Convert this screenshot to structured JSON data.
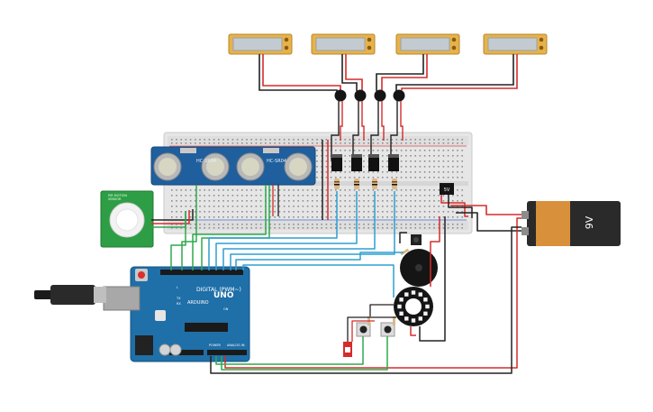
{
  "ultrasonic_sensors": [
    {
      "label": "HC-SR04"
    },
    {
      "label": "HC-SR04"
    }
  ],
  "pir_sensor": {
    "label": "PIR MOTION",
    "sublabel": "SENSOR"
  },
  "battery": {
    "label": "9V",
    "marks": [
      "+",
      "−"
    ]
  },
  "arduino": {
    "brand": "UNO",
    "logo_text": "ARDUINO",
    "digital_label": "DIGITAL (PWM~)",
    "power_label": "POWER",
    "analog_label": "ANALOG IN",
    "led_labels": [
      "L",
      "TX",
      "RX",
      "ON"
    ]
  },
  "regulator": {
    "label": "5V"
  },
  "colors": {
    "red_wire": "#d62b2b",
    "black_wire": "#222222",
    "green_wire": "#2fa84f",
    "blue_wire": "#2f9fd0",
    "board_blue": "#1f6fa8",
    "breadboard": "#e6e6e6",
    "motor_frame": "#e6b34a",
    "motor_body": "#bfc7cc",
    "neopixel": "#151515"
  },
  "icons": [
    "usb-cable-icon",
    "reset-button-icon",
    "switch-icon"
  ]
}
